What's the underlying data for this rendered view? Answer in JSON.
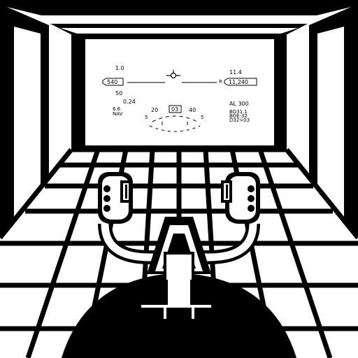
{
  "colors": {
    "ink": "#000000",
    "paper": "#ffffff"
  },
  "hud": {
    "mach": "1.0",
    "airspeed": "540",
    "g_load": "50",
    "aoa": "0.24",
    "nav_value": "6.6",
    "nav_label": "NAV",
    "altitude_rate": "11.4",
    "radar_mode": "R",
    "altitude": "11,240",
    "al_setting": "AL 300",
    "heading_left": "20",
    "heading_center": "03",
    "heading_right": "40",
    "pitch_left": "5",
    "pitch_right": "5",
    "waypoint_line1": "BO31.1",
    "waypoint_line2": "BOE:32",
    "waypoint_line3": "D32>03"
  },
  "icons": {
    "velocity_vector": "velocity-vector-icon",
    "left_grip_buttons": "button-cluster-icon",
    "right_grip_buttons": "button-cluster-icon"
  }
}
